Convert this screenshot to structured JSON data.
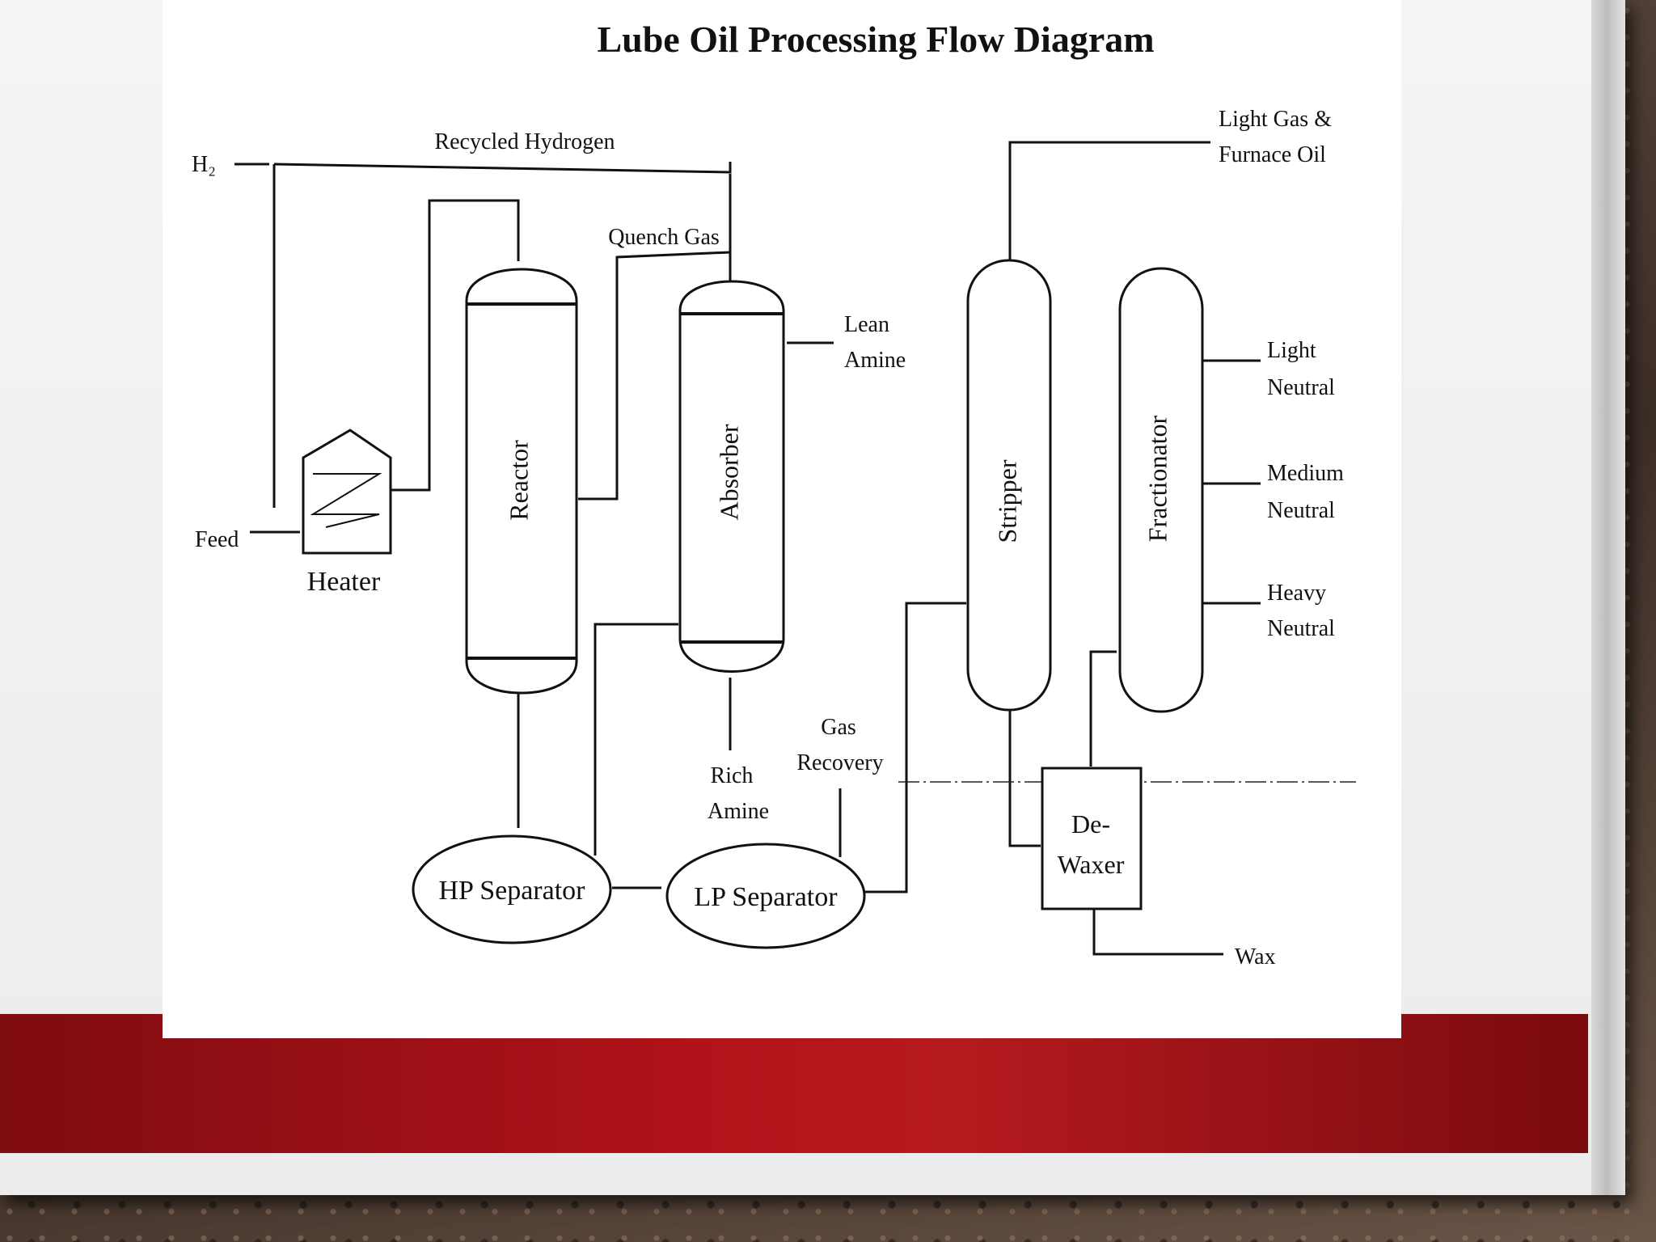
{
  "title": "Lube Oil Processing Flow Diagram",
  "nodes": {
    "reactor": "Reactor",
    "absorber": "Absorber",
    "stripper": "Stripper",
    "fractionator": "Fractionator",
    "heater": "Heater",
    "hp_separator": "HP Separator",
    "lp_separator": "LP Separator",
    "dewaxer": [
      "De-",
      "Waxer"
    ]
  },
  "streams": {
    "h2": "H₂",
    "feed": "Feed",
    "recycled_hydrogen": "Recycled Hydrogen",
    "quench_gas": "Quench Gas",
    "lean_amine": [
      "Lean",
      "Amine"
    ],
    "rich_amine": [
      "Rich",
      "Amine"
    ],
    "gas_recovery": [
      "Gas",
      "Recovery"
    ],
    "light_gas_furnace_oil": [
      "Light Gas &",
      "Furnace Oil"
    ],
    "light_neutral": [
      "Light",
      "Neutral"
    ],
    "medium_neutral": [
      "Medium",
      "Neutral"
    ],
    "heavy_neutral": [
      "Heavy",
      "Neutral"
    ],
    "wax": "Wax"
  },
  "colors": {
    "red_band": "#b3131a",
    "diagram_ink": "#111111"
  }
}
